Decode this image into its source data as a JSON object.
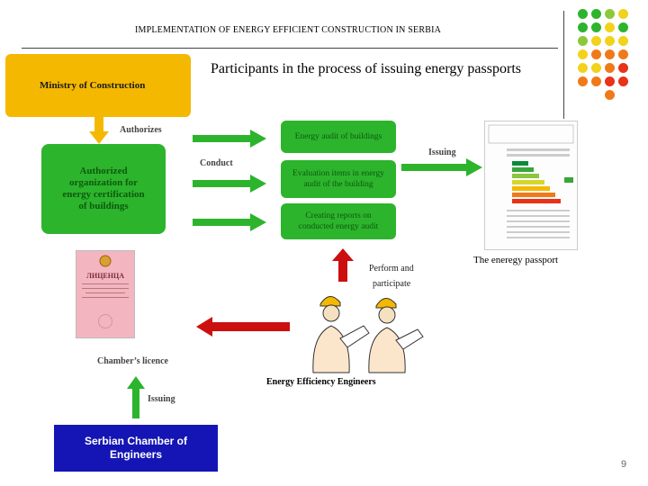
{
  "header": {
    "title": "IMPLEMENTATION OF ENERGY EFFICIENT CONSTRUCTION IN SERBIA"
  },
  "subtitle": "Participants in the process of issuing energy passports",
  "ministry": {
    "label": "Ministry of Construction"
  },
  "labels": {
    "authorizes": "Authorizes",
    "conduct": "Conduct",
    "issuing_top": "Issuing",
    "perform": "Perform and",
    "participate": "participate",
    "passport": "The eneregy passport",
    "chambers_licence": "Chamber’s licence",
    "engineers": "Energy Efficiency Engineers",
    "issuing_bottom": "Issuing"
  },
  "org": {
    "line1": "Authorized",
    "line2": "organization for",
    "line3": "energy certification",
    "line4": "of buildings"
  },
  "tasks": [
    {
      "line1": "Energy audit of buildings",
      "line2": ""
    },
    {
      "line1": "Evaluation items in energy",
      "line2": "audit of the building"
    },
    {
      "line1": "Creating reports on",
      "line2": "conducted energy audit"
    }
  ],
  "license": {
    "title": "ЛИЦЕНЦА"
  },
  "chamber": {
    "line1": "Serbian Chamber of",
    "line2": "Engineers"
  },
  "page_number": "9",
  "colors": {
    "green": "#2db42d",
    "gold": "#f5b800",
    "red": "#cc1010",
    "navy": "#1515b5",
    "yellow_dot": "#f2d21b",
    "orange_dot": "#f07a1a"
  }
}
